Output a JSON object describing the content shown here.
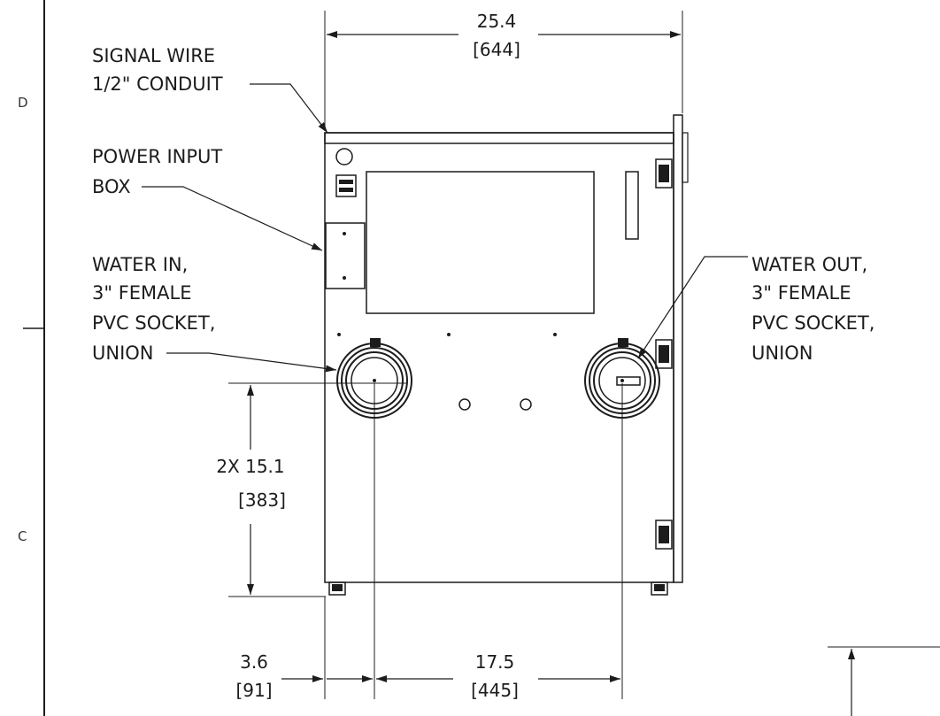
{
  "zones": {
    "top": "D",
    "bottom": "C"
  },
  "callouts": {
    "signal_wire": [
      "SIGNAL WIRE",
      "1/2\" CONDUIT"
    ],
    "power_input": [
      "POWER INPUT",
      "BOX"
    ],
    "water_in": [
      "WATER IN,",
      "3\" FEMALE",
      "PVC SOCKET,",
      "UNION"
    ],
    "water_out": [
      "WATER OUT,",
      "3\" FEMALE",
      "PVC SOCKET,",
      "UNION"
    ]
  },
  "dimensions": {
    "overall_width": {
      "inch": "25.4",
      "mm": "[644]"
    },
    "height": {
      "inch": "2X 15.1",
      "mm": "[383]"
    },
    "left_offset": {
      "inch": "3.6",
      "mm": "[91]"
    },
    "center_spacing": {
      "inch": "17.5",
      "mm": "[445]"
    }
  },
  "colors": {
    "line": "#1c1c1c",
    "background": "#ffffff"
  }
}
